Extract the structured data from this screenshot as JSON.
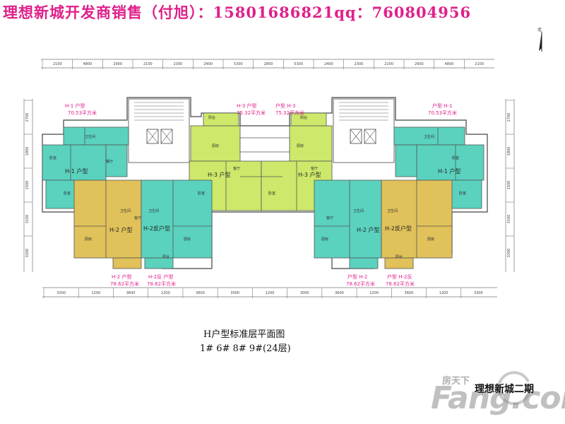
{
  "banner": "理想新城开发商销售（付旭）：15801686821qq：760804956",
  "plan_title": "H户型标准层平面图",
  "plan_subtitle": "1# 6# 8# 9#(24层)",
  "phase": "理想新城二期",
  "watermark": {
    "text": "Fang.com",
    "cn": "房天下"
  },
  "north_label": "北",
  "dims_top": [
    "2100",
    "4800",
    "2900",
    "2100",
    "2300",
    "2400",
    "5300",
    "2800",
    "5300",
    "2400",
    "2300",
    "2100",
    "2900",
    "4800",
    "2100"
  ],
  "dims_bottom": [
    "3300",
    "1200",
    "3600",
    "1200",
    "3600",
    "3000",
    "1200",
    "3000",
    "3600",
    "1200",
    "3600",
    "1200",
    "3300"
  ],
  "dims_left": [
    "2700",
    "1800",
    "1500",
    "3100",
    "3200"
  ],
  "dims_right": [
    "2700",
    "1800",
    "1500",
    "3100",
    "3200"
  ],
  "units": [
    {
      "name": "H-1 户型",
      "area": "70.53平方米"
    },
    {
      "name": "H-3 户型",
      "area": "75.32平方米"
    },
    {
      "name": "户型 H-3",
      "area": "75.32平方米"
    },
    {
      "name": "户型 H-1",
      "area": "70.53平方米"
    },
    {
      "name": "H-2 户型",
      "area": "78.62平方米"
    },
    {
      "name": "H-2反 户型",
      "area": "78.62平方米"
    },
    {
      "name": "户型 H-2",
      "area": "78.62平方米"
    },
    {
      "name": "户型 H-2反",
      "area": "78.62平方米"
    }
  ],
  "plan_labels": {
    "h1l": "H-1 户型",
    "h3l": "H-3 户型",
    "h3r": "H-3 户型",
    "h1r": "H-1 户型",
    "h2l": "H-2 户型",
    "h2rl": "H-2反户型",
    "h2r": "H-2 户型",
    "h2rr": "H-2反户型"
  },
  "rooms": {
    "bedroom": "卧室",
    "living": "客厅",
    "kitchen": "厨房",
    "bath": "卫生间",
    "balcony": "阳台",
    "dining": "餐厅"
  },
  "colors": {
    "banner": "#e0208a",
    "teal": "#5ad2be",
    "yellow": "#e0c15a",
    "lime": "#cde86a",
    "wall": "#444444",
    "label": "#e0208a"
  }
}
